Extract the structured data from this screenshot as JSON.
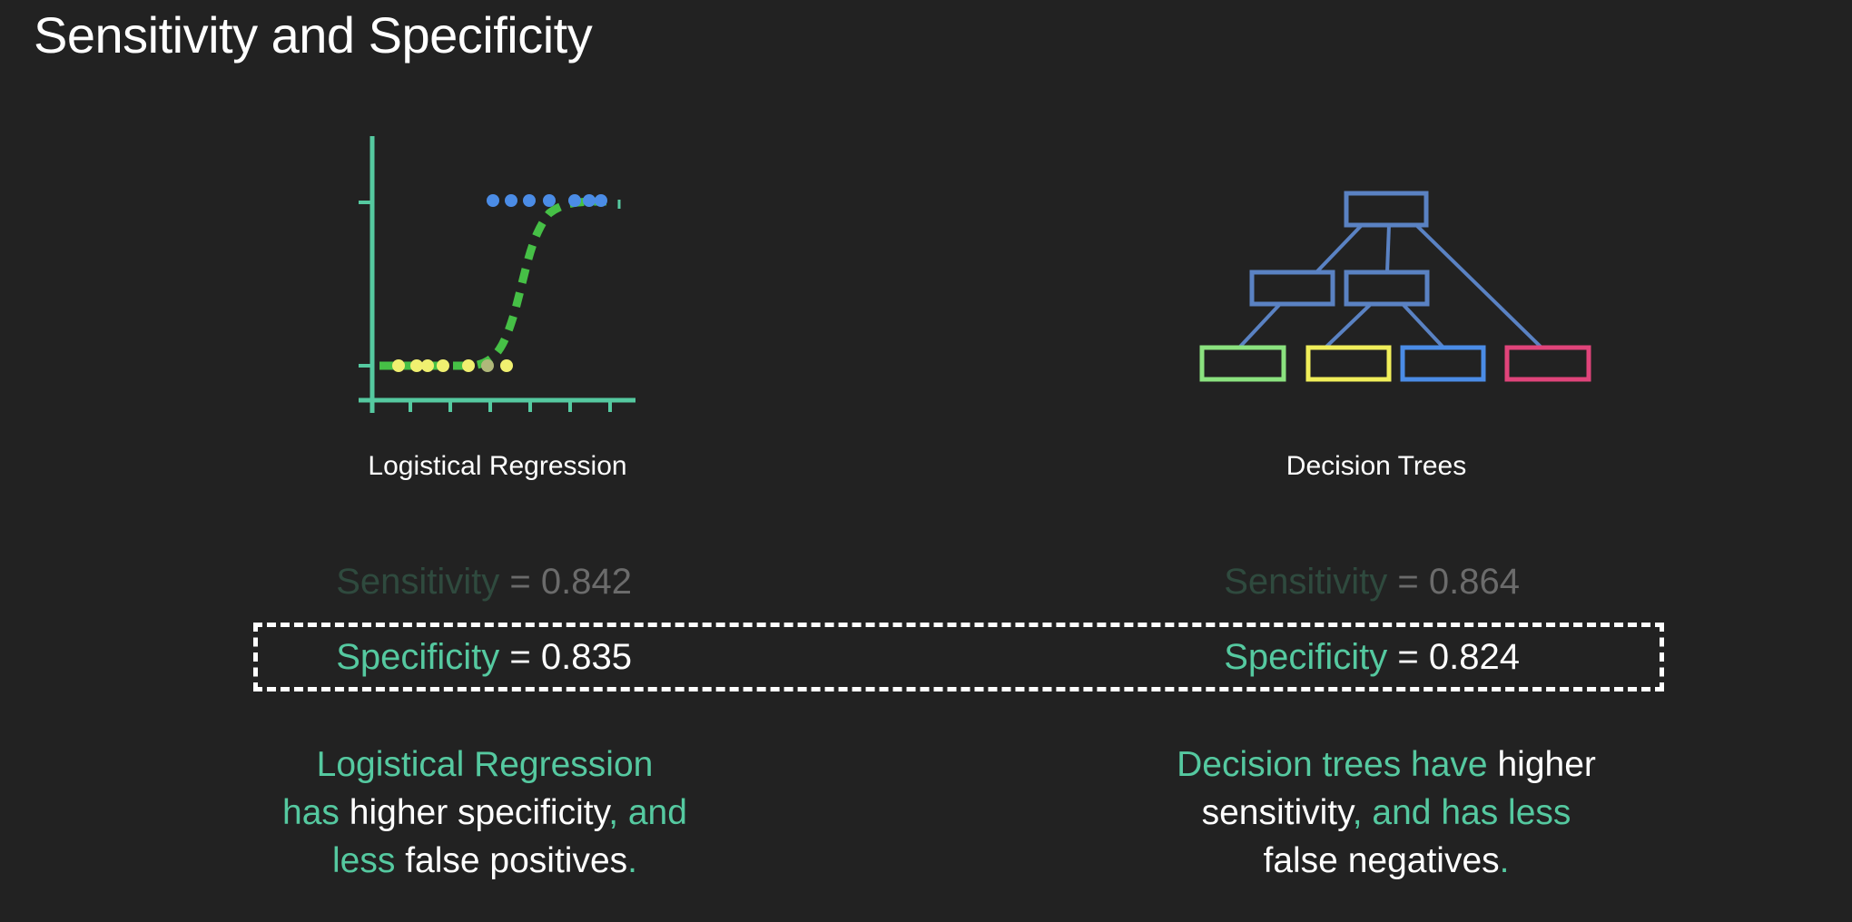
{
  "slide": {
    "title": "Sensitivity and Specificity"
  },
  "colors": {
    "background": "#222222",
    "teal": "#55c9a0",
    "dim_label": "#2f4a3e",
    "dim_value": "#6b6b6b",
    "sigmoid_curve": "#46c046",
    "positive_dots": "#4b8ce6",
    "negative_dots": "#f0f070",
    "tree_node": "#5a82c3",
    "leaf_green": "#8be27f",
    "leaf_yellow": "#f0ee5a",
    "leaf_blue": "#4b8ce6",
    "leaf_pink": "#e0447a"
  },
  "logistic": {
    "caption": "Logistical Regression",
    "sensitivity_label": "Sensitivity",
    "sensitivity_value": "= 0.842",
    "specificity_label": "Specificity",
    "specificity_value": "= 0.835",
    "summary": {
      "line1": "Logistical Regression",
      "line2_a": "has",
      "line2_b": "higher specificity",
      "line2_c": ", and",
      "line3_a": "less",
      "line3_b": "false positives",
      "line3_c": "."
    }
  },
  "tree": {
    "caption": "Decision Trees",
    "sensitivity_label": "Sensitivity",
    "sensitivity_value": "= 0.864",
    "specificity_label": "Specificity",
    "specificity_value": "= 0.824",
    "summary": {
      "line1_a": "Decision trees have",
      "line1_b": "higher",
      "line2_a": "sensitivity",
      "line2_b": ", and has less",
      "line3_a": "false negatives",
      "line3_b": "."
    }
  }
}
